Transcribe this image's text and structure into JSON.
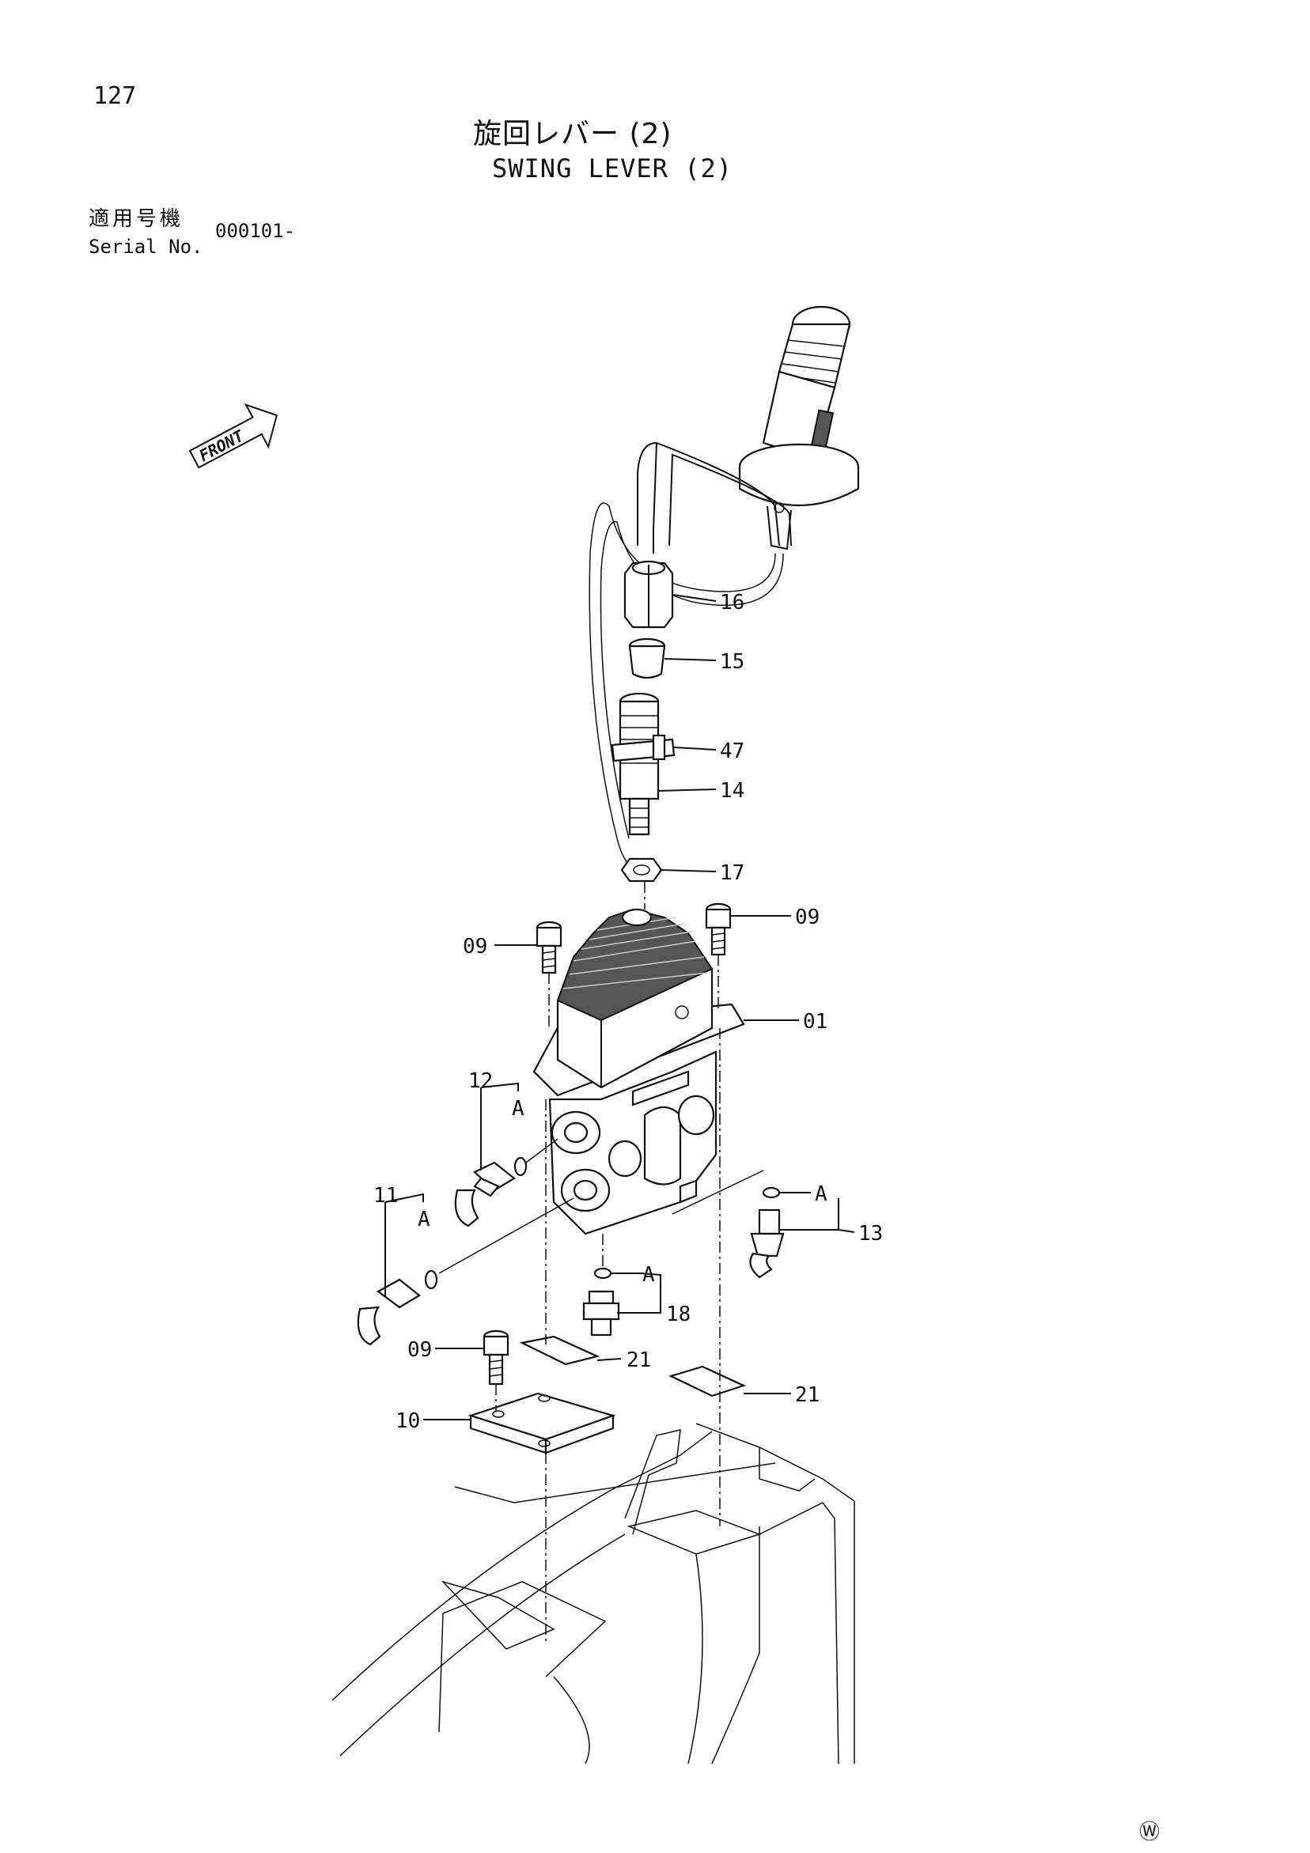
{
  "page": {
    "number": "127"
  },
  "title": {
    "japanese": "旋回レバー (2)",
    "english": "SWING LEVER (2)"
  },
  "serial": {
    "label_ja": "適用号機",
    "label_en": "Serial No.",
    "value": "000101-"
  },
  "front_marker": {
    "text": "FRONT"
  },
  "callouts": {
    "c16": "16",
    "c15": "15",
    "c47": "47",
    "c14": "14",
    "c17": "17",
    "c09a": "09",
    "c09b": "09",
    "c01": "01",
    "c12": "12",
    "cA1": "A",
    "c11": "11",
    "cA2": "A",
    "cA3": "A",
    "c13": "13",
    "cA4": "A",
    "c18": "18",
    "c09c": "09",
    "c21a": "21",
    "c10": "10",
    "c21b": "21"
  },
  "footer": {
    "mark": "Ⓦ"
  },
  "icons": [
    "front-arrow-icon"
  ]
}
